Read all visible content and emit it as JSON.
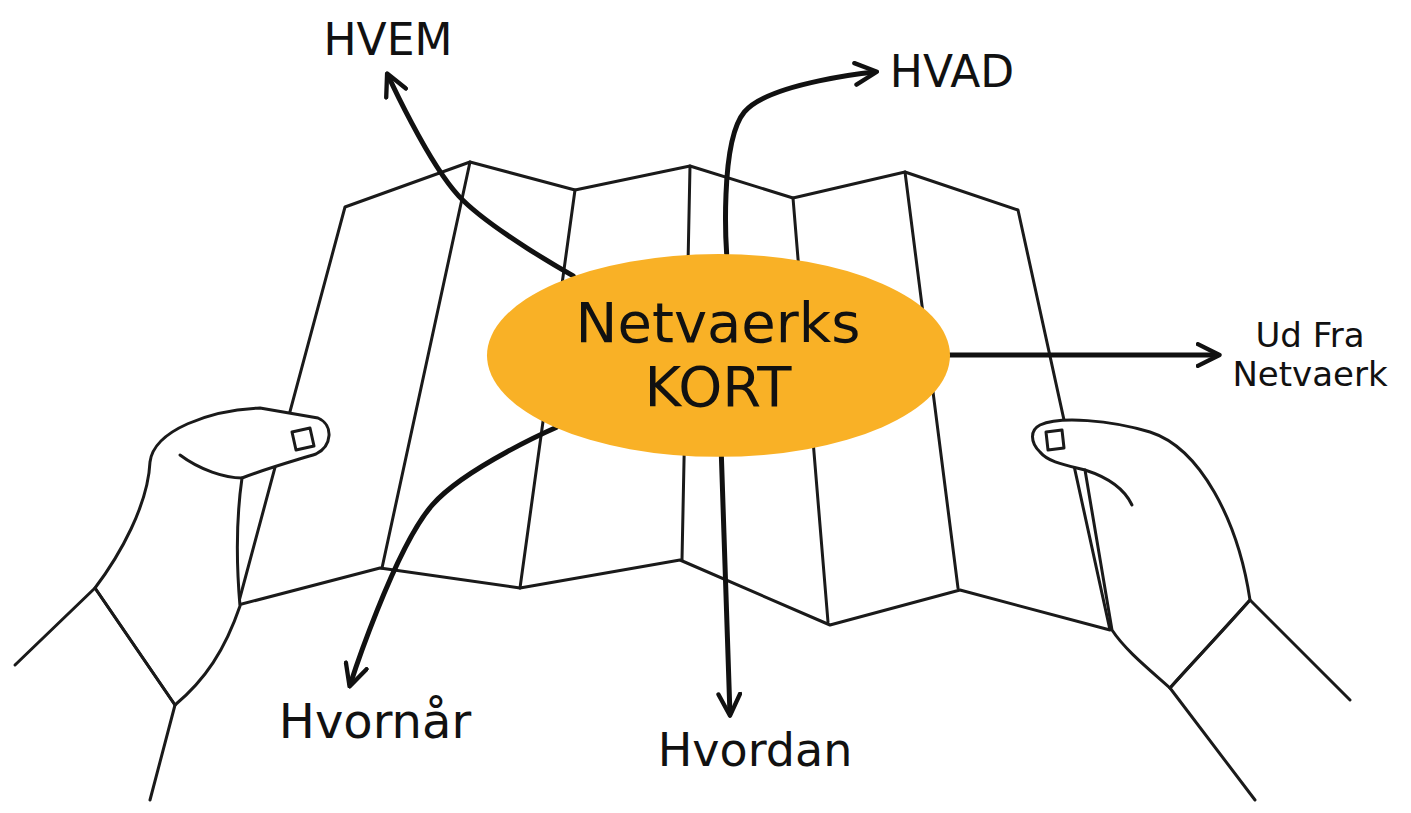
{
  "diagram": {
    "nodes": [
      {
        "text": [
          "Netvaerks KORT"
        ]
      },
      {
        "text": [
          "HVEM"
        ]
      },
      {
        "text": [
          "HVAD"
        ]
      },
      {
        "text": [
          "Ud Fra Netvaerk"
        ]
      },
      {
        "text": [
          "Hvornår"
        ]
      },
      {
        "text": [
          "Hvordan"
        ]
      }
    ],
    "edges": [
      {
        "from": 0,
        "to": 1,
        "arrow": "to"
      },
      {
        "from": 0,
        "to": 2,
        "arrow": "to"
      },
      {
        "from": 0,
        "to": 3,
        "arrow": "to"
      },
      {
        "from": 0,
        "to": 4,
        "arrow": "to"
      },
      {
        "from": 0,
        "to": 5,
        "arrow": "to"
      }
    ]
  }
}
